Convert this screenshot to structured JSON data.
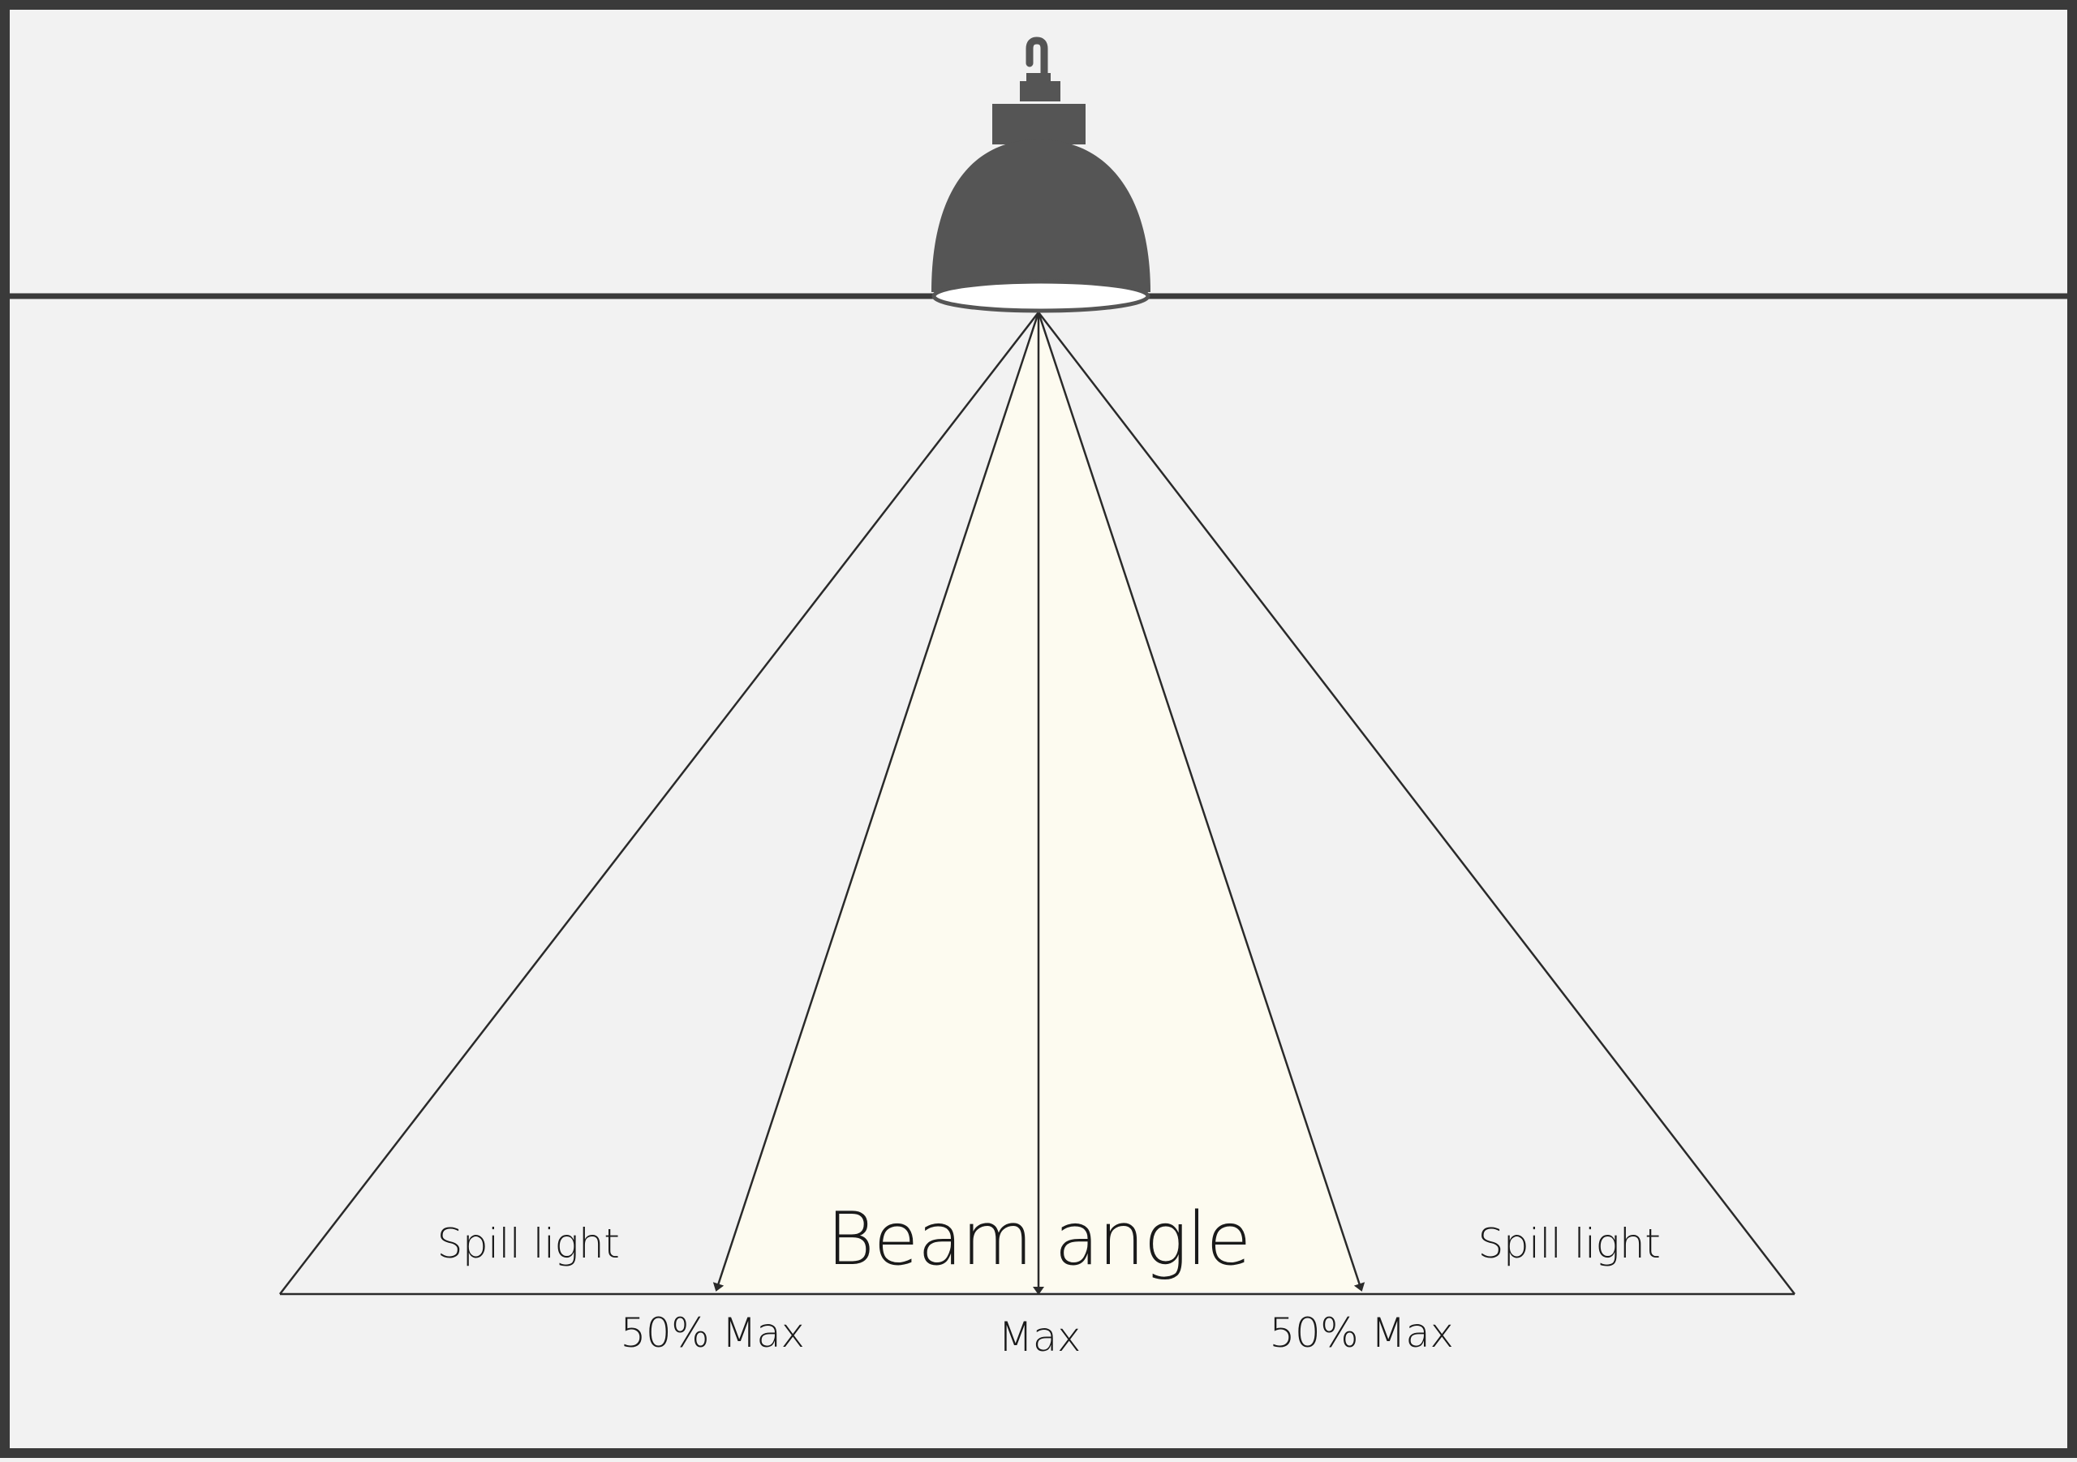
{
  "colors": {
    "background": "#f2f2f2",
    "frame": "#3a3a3a",
    "lamp": "#555555",
    "lamp_lens": "#ffffff",
    "beam_fill": "#fdfbf0",
    "line": "#2a2a2a"
  },
  "icons": {
    "lamp": "high-bay-lamp-icon"
  },
  "labels": {
    "beam_angle": "Beam angle",
    "spill_left": "Spill light",
    "spill_right": "Spill light",
    "half_max_left": "50% Max",
    "max": "Max",
    "half_max_right": "50% Max"
  }
}
